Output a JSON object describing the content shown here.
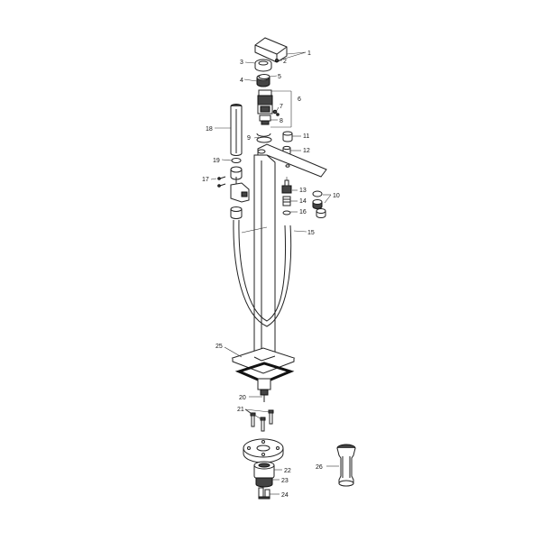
{
  "labels": {
    "p1": "1",
    "p2": "2",
    "p3": "3",
    "p4": "4",
    "p5": "5",
    "p6": "6",
    "p7": "7",
    "p8": "8",
    "p9": "9",
    "p10": "10",
    "p11": "11",
    "p12": "12",
    "p13": "13",
    "p14": "14",
    "p15": "15",
    "p16": "16",
    "p17": "17",
    "p18": "18",
    "p19": "19",
    "p20": "20",
    "p21": "21",
    "p22": "22",
    "p23": "23",
    "p24": "24",
    "p25": "25",
    "p26": "26"
  }
}
